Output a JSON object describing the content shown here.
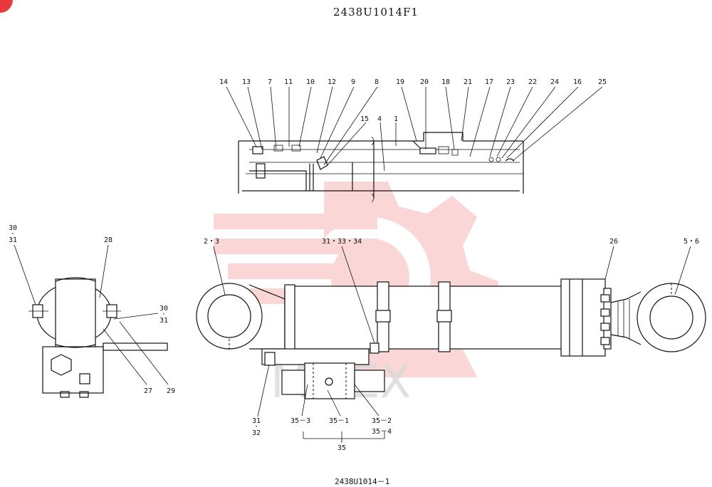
{
  "header": {
    "title": "2438U1014F1"
  },
  "footer": {
    "code": "2438U1014－1"
  },
  "watermark": {
    "text": "MITEX",
    "color": "#f3a0a0"
  },
  "badge": {
    "color": "#e83a3a"
  },
  "callouts": {
    "top": [
      "14",
      "13",
      "7",
      "11",
      "10",
      "12",
      "9",
      "8",
      "19",
      "20",
      "18",
      "21",
      "17",
      "23",
      "22",
      "24",
      "16",
      "25",
      "15",
      "4",
      "1"
    ],
    "side": [
      "30",
      "·",
      "31",
      "28",
      "30",
      "·",
      "31",
      "27",
      "29"
    ],
    "main": [
      "2・3",
      "31・33・34",
      "26",
      "5・6",
      "31",
      "·",
      "32",
      "35－3",
      "35－1",
      "35－2",
      "35－4",
      "35"
    ]
  }
}
